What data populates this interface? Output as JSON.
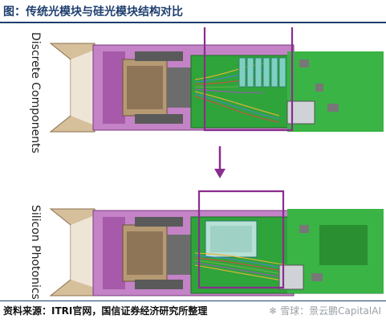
{
  "title": "图：传统光模块与硅光模块结构对比",
  "labels": {
    "top": "Discrete Components",
    "bottom": "Silicon Photonics"
  },
  "footer": "资料来源：ITRI官网，国信证券经济研究所整理",
  "watermark": "雪球：景云鹏CapitalAI",
  "colors": {
    "title": "#1f3f6e",
    "highlight_box": "#8a2d8f",
    "arrow": "#8a2d8f",
    "pcb": "#2fa43a",
    "housing": "#a85aa8",
    "connector": "#d9c7a3"
  }
}
